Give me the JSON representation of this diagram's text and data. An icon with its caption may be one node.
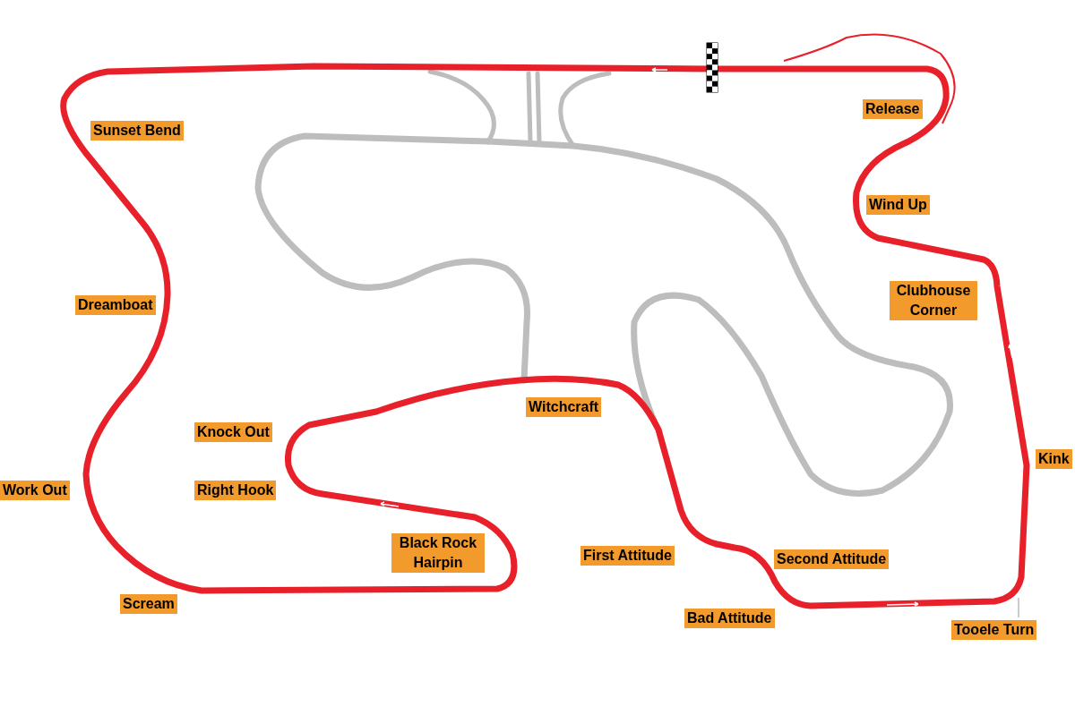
{
  "diagram": {
    "nodes": [
      {
        "text": [
          "Release"
        ]
      },
      {
        "text": [
          "Sunset Bend"
        ]
      },
      {
        "text": [
          "Wind Up"
        ]
      },
      {
        "text": [
          "Clubhouse Corner"
        ]
      },
      {
        "text": [
          "Dreamboat"
        ]
      },
      {
        "text": [
          "Witchcraft"
        ]
      },
      {
        "text": [
          "Knock Out"
        ]
      },
      {
        "text": [
          "Kink"
        ]
      },
      {
        "text": [
          "Work Out"
        ]
      },
      {
        "text": [
          "Right Hook"
        ]
      },
      {
        "text": [
          "Black Rock Hairpin"
        ]
      },
      {
        "text": [
          "First Attitude"
        ]
      },
      {
        "text": [
          "Second Attitude"
        ]
      },
      {
        "text": [
          "Scream"
        ]
      },
      {
        "text": [
          "Bad Attitude"
        ]
      },
      {
        "text": [
          "Tooele Turn"
        ]
      }
    ]
  }
}
